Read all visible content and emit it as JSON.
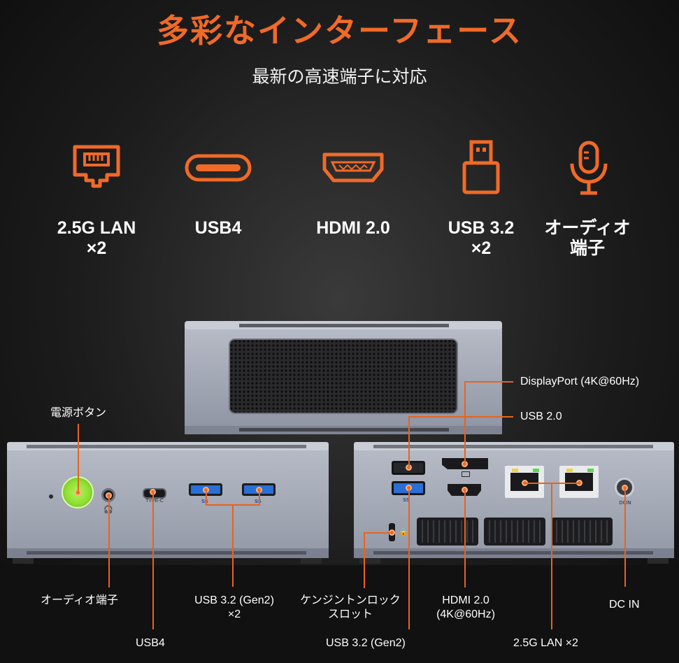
{
  "header": {
    "title": "多彩なインターフェース",
    "subtitle": "最新の高速端子に対応"
  },
  "features": [
    {
      "icon": "ethernet-port-icon",
      "label_line1": "2.5G LAN",
      "label_line2": "×2"
    },
    {
      "icon": "usb-c-port-icon",
      "label_line1": "USB4",
      "label_line2": ""
    },
    {
      "icon": "hdmi-port-icon",
      "label_line1": "HDMI 2.0",
      "label_line2": ""
    },
    {
      "icon": "usb-a-port-icon",
      "label_line1": "USB 3.2",
      "label_line2": "×2"
    },
    {
      "icon": "microphone-icon",
      "label_line1": "オーディオ",
      "label_line2": "端子"
    }
  ],
  "callouts": {
    "power_button": "電源ボタン",
    "audio_jack": "オーディオ端子",
    "usb4": "USB4",
    "front_usb32_line1": "USB 3.2 (Gen2)",
    "front_usb32_line2": "×2",
    "kensington_line1": "ケンジントンロック",
    "kensington_line2": "スロット",
    "rear_usb32": "USB 3.2 (Gen2)",
    "hdmi_line1": "HDMI 2.0",
    "hdmi_line2": "(4K@60Hz)",
    "lan": "2.5G LAN ×2",
    "dc_in": "DC IN",
    "displayport": "DisplayPort (4K@60Hz)",
    "usb20": "USB 2.0"
  },
  "port_marks": {
    "typec": "TYPE-C",
    "ss": "SS",
    "dcin": "DCIN"
  },
  "colors": {
    "accent": "#f06a28",
    "power_button": "#8fe032",
    "chassis": "#9ea4b2"
  }
}
